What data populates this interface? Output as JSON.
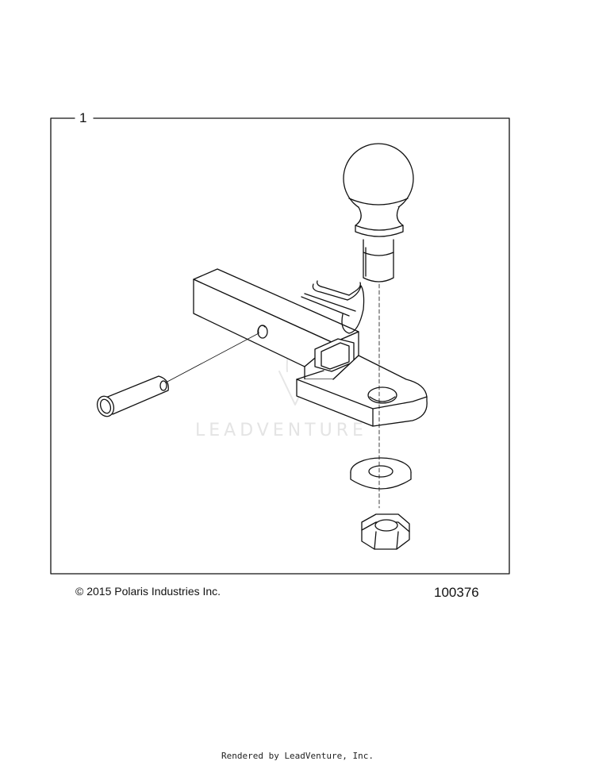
{
  "diagram": {
    "callout_number": "1",
    "copyright": "© 2015 Polaris Industries Inc.",
    "part_number": "100376",
    "watermark": "LEADVENTURE",
    "rendered_by": "Rendered by LeadVenture, Inc."
  },
  "icons": {
    "watermark_logo": "leadventure-flame-logo"
  }
}
